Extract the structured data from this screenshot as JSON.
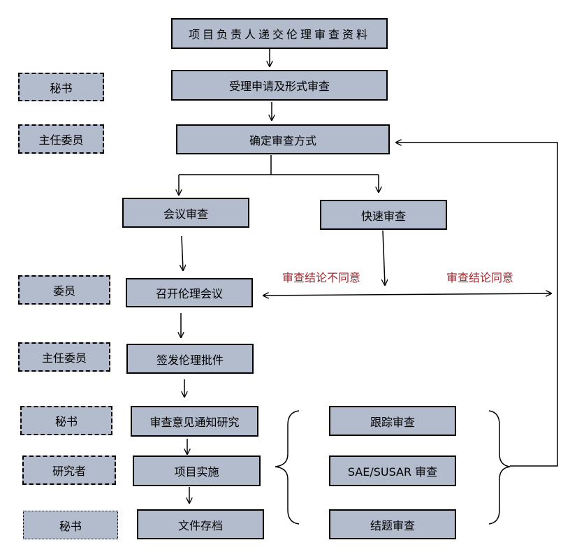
{
  "flow": {
    "submit": "项目负责人递交伦理审查资料",
    "accept": "受理申请及形式审查",
    "determine": "确定审查方式",
    "meeting_review": "会议审查",
    "fast_review": "快速审查",
    "hold_meeting": "召开伦理会议",
    "sign": "签发伦理批件",
    "notify": "审查意见通知研究",
    "implement": "项目实施",
    "archive": "文件存档"
  },
  "followups": {
    "tracking": "跟踪审查",
    "sae": "SAE/SUSAR 审查",
    "closing": "结题审查"
  },
  "roles": {
    "secretary_1": "秘书",
    "chair_1": "主任委员",
    "member": "委员",
    "chair_2": "主任委员",
    "secretary_2": "秘书",
    "researcher": "研究者",
    "secretary_3": "秘书"
  },
  "annotations": {
    "disagree": "审查结论不同意",
    "agree": "审查结论同意"
  },
  "colors": {
    "box_fill": "#b3bccd",
    "label_red": "#a1242a"
  }
}
